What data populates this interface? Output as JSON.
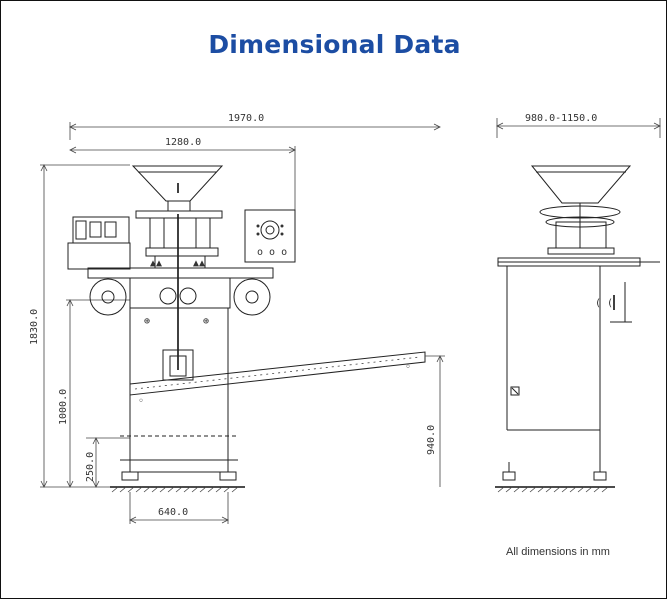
{
  "title": "Dimensional Data",
  "dimensions": {
    "overall_width": "1970.0",
    "body_width": "1280.0",
    "side_width": "980.0-1150.0",
    "overall_height": "1830.0",
    "table_height": "1000.0",
    "outlet_height": "940.0",
    "base_height": "250.0",
    "base_width": "640.0"
  },
  "note": "All dimensions in mm",
  "colors": {
    "title": "#1c4da3",
    "frame": "#111111",
    "lines": "#222222"
  }
}
